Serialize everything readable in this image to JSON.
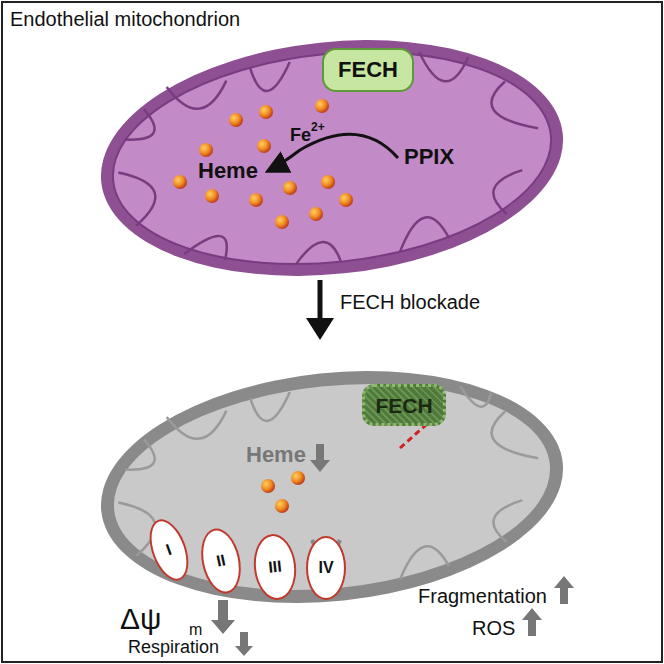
{
  "diagram": {
    "title": "Endothelial mitochondrion",
    "nodes": [
      {
        "text": [
          "FECH"
        ]
      },
      {
        "text": [
          "I"
        ]
      },
      {
        "text": [
          "II"
        ]
      },
      {
        "text": [
          "III"
        ]
      },
      {
        "text": [
          "IV"
        ]
      },
      {
        "text": [
          "FECH"
        ]
      }
    ],
    "labels": [
      "Heme",
      "Fe",
      "2+",
      "PPIX",
      "FECH blockade",
      "Heme",
      "Δψ",
      "m",
      "Respiration",
      "Fragmentation",
      "ROS"
    ]
  }
}
